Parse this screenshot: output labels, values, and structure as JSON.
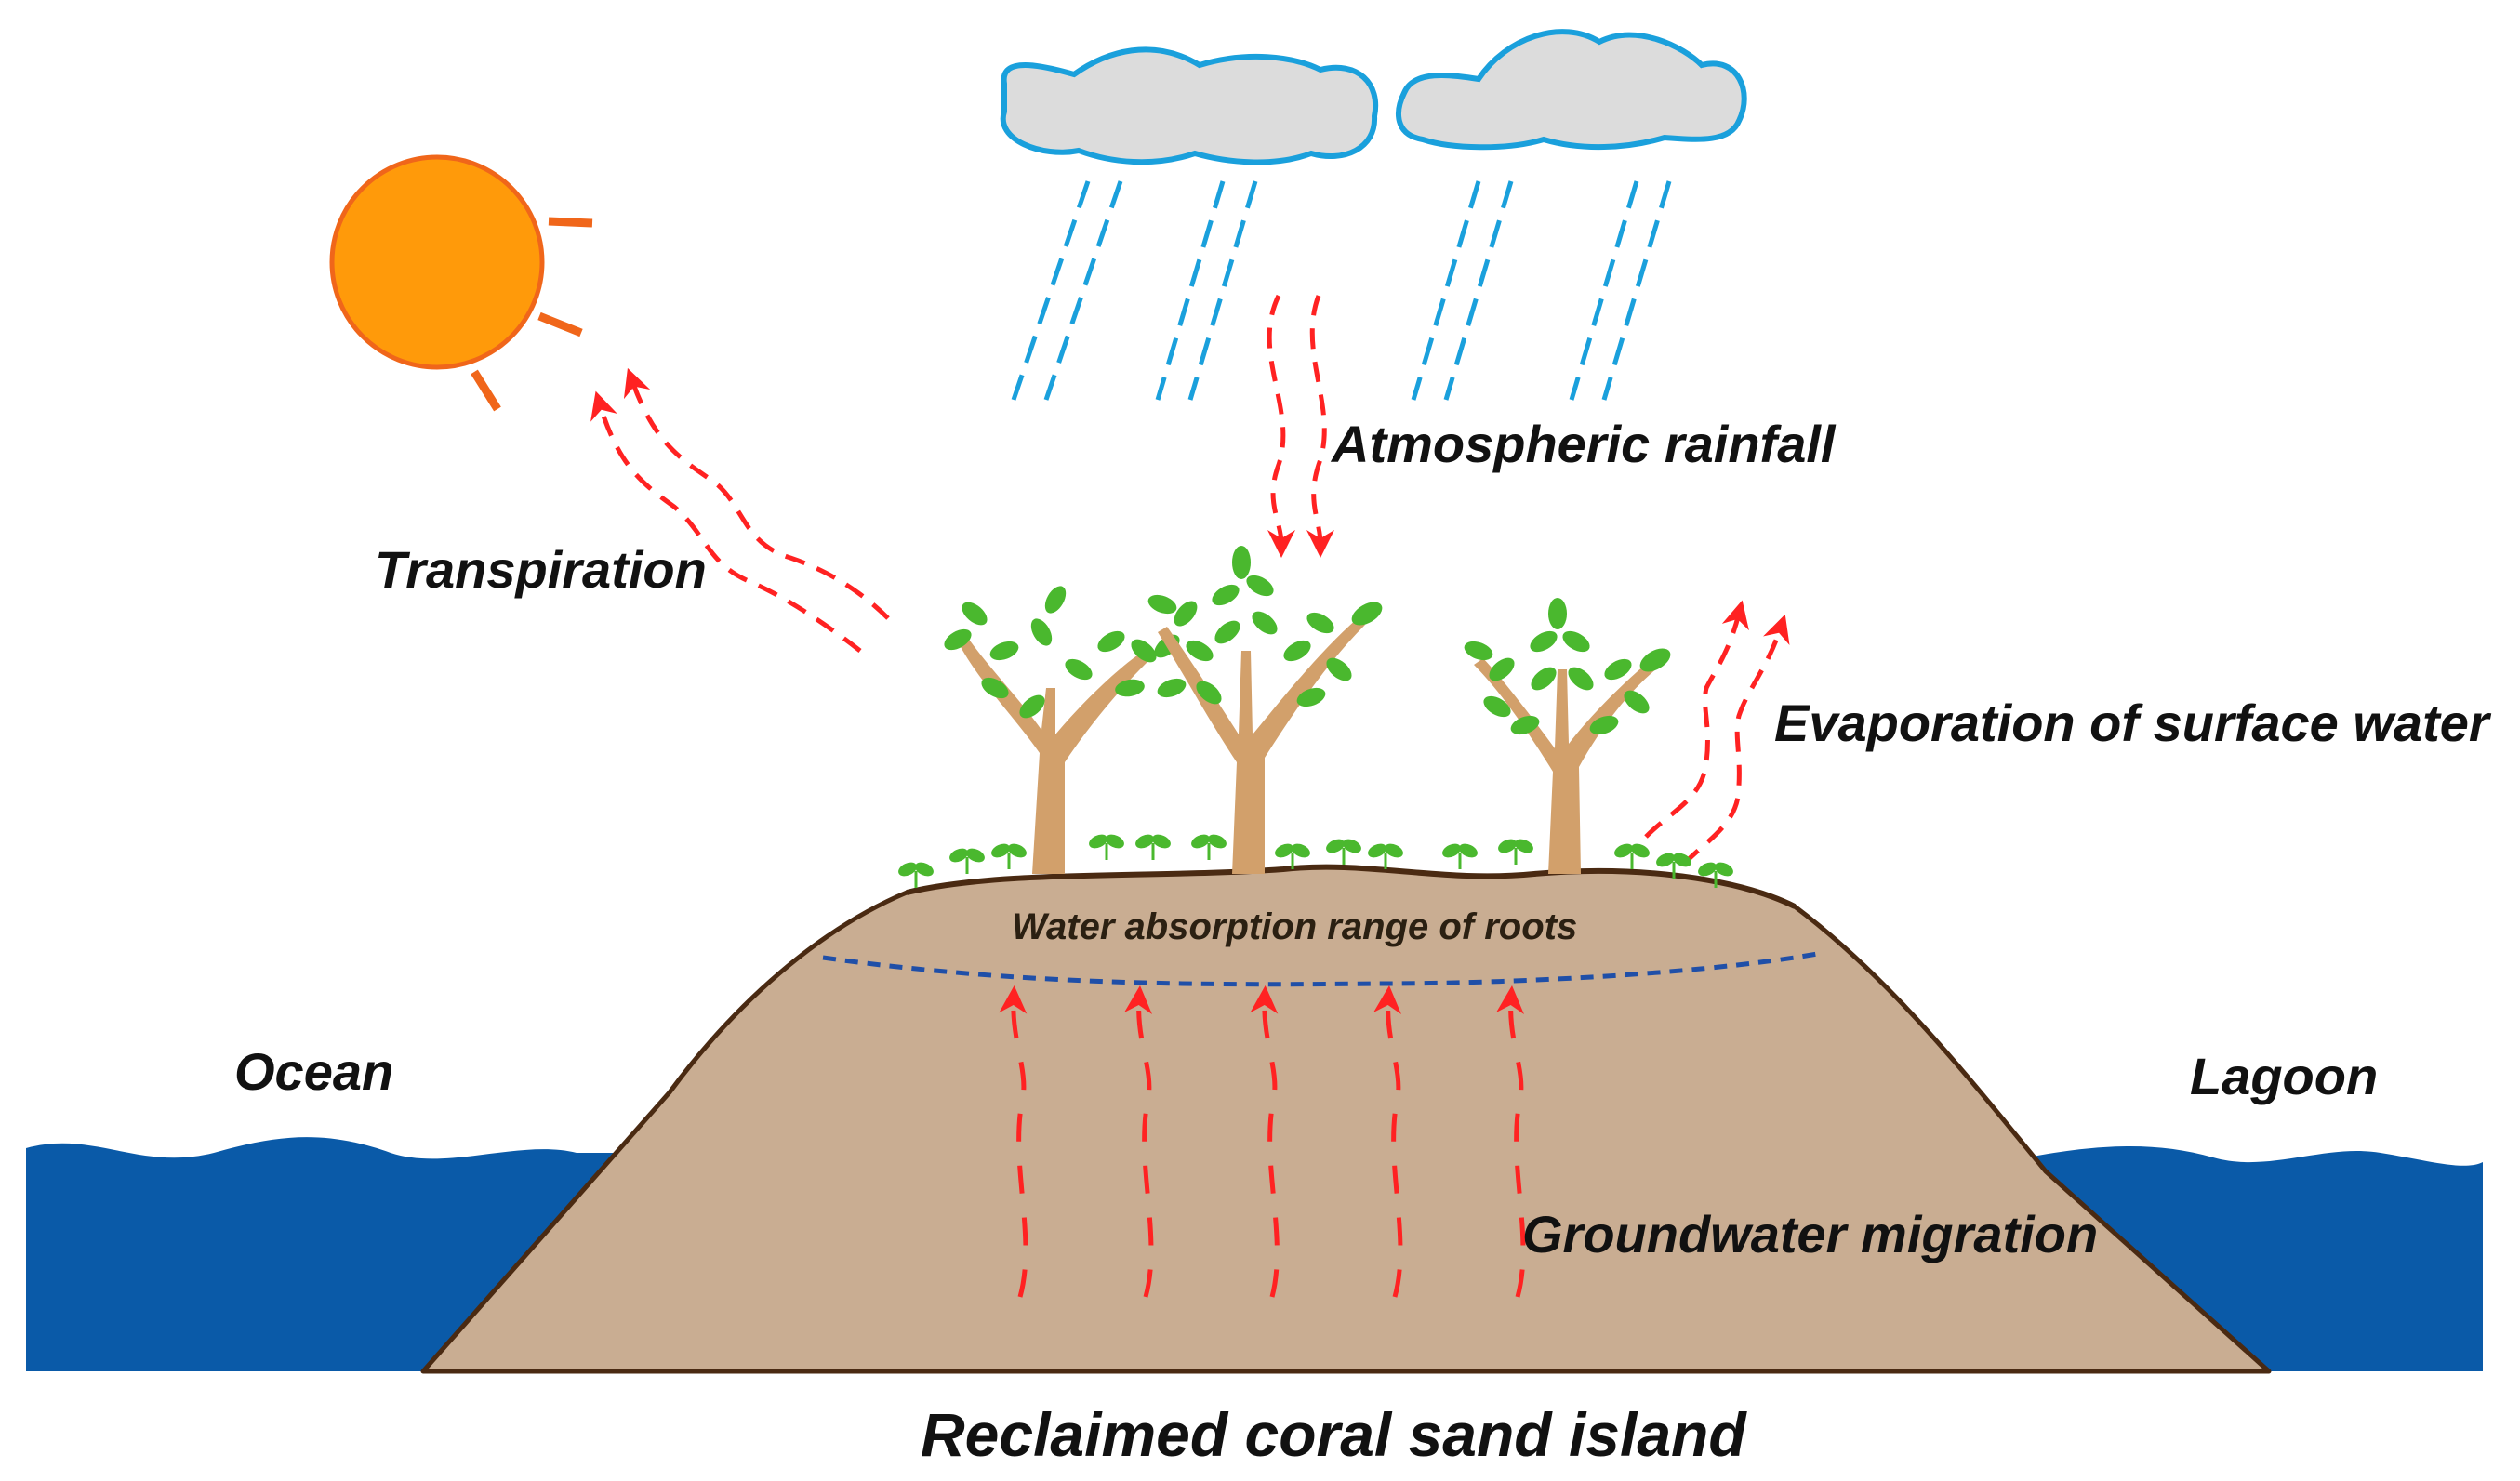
{
  "labels": {
    "atmospheric_rainfall": "Atmospheric rainfall",
    "transpiration": "Transpiration",
    "evaporation": "Evaporation of surface water",
    "root_range": "Water absorption range of roots",
    "ocean": "Ocean",
    "lagoon": "Lagoon",
    "groundwater": "Groundwater migration",
    "title": "Reclaimed coral sand island"
  },
  "colors": {
    "ocean_water": "#0a5aa8",
    "island_fill": "#c9ad92",
    "island_outline": "#4a2a12",
    "root_line": "#1f4fa8",
    "sun_fill": "#ff9a0a",
    "sun_outline": "#f0661a",
    "cloud_fill": "#dcdcdc",
    "cloud_outline": "#1aa0dc",
    "rain": "#1aa0dc",
    "arrow": "#ff2222",
    "tree_trunk": "#d2a06b",
    "leaf": "#4ab82e"
  },
  "icons": {
    "sun": "sun-icon",
    "cloud": "cloud-icon",
    "tree": "tree-icon",
    "seedling": "seedling-icon"
  }
}
